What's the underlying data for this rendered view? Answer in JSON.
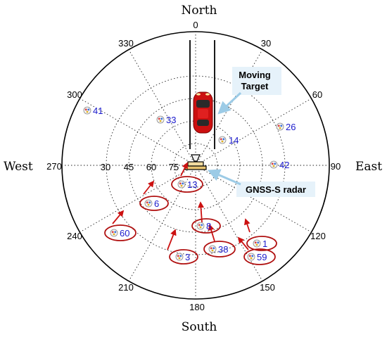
{
  "directions": {
    "north": "North",
    "south": "South",
    "east": "East",
    "west": "West"
  },
  "azimuth_labels": {
    "a0": "0",
    "a30": "30",
    "a60": "60",
    "a90": "90",
    "a120": "120",
    "a150": "150",
    "a180": "180",
    "a210": "210",
    "a240": "240",
    "a270": "270",
    "a300": "300",
    "a330": "330"
  },
  "elevation_labels": {
    "e30": "30",
    "e45": "45",
    "e60": "60",
    "e75": "75"
  },
  "callouts": {
    "moving_target_line1": "Moving",
    "moving_target_line2": "Target",
    "gnss_s_radar": "GNSS-S radar"
  },
  "satellites": {
    "s41": "41",
    "s33": "33",
    "s26": "26",
    "s14": "14",
    "s42": "42",
    "s13": "13",
    "s6": "6",
    "s60": "60",
    "s8": "8",
    "s38": "38",
    "s3": "3",
    "s1": "1",
    "s59": "59"
  },
  "colors": {
    "satellite_label": "#1a1acc",
    "highlight_ring": "#b01010",
    "arrow": "#cc1111",
    "callout_background": "#e6f2fa",
    "pointer": "#9ccbe6",
    "car": "#cc1010"
  }
}
